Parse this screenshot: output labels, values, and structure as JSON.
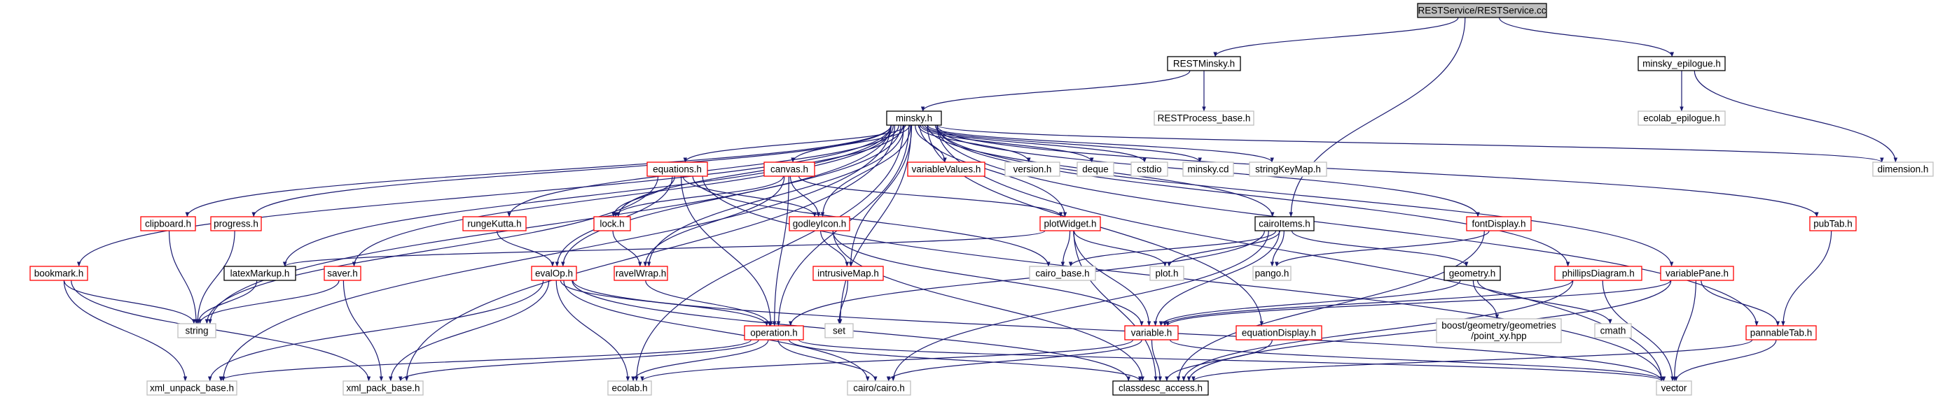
{
  "diagram": {
    "title": "RESTService/RESTService.cc",
    "colors": {
      "edge": "#191970",
      "node_fill": "#ffffff",
      "root_fill": "#bfbfbf",
      "border_normal": "#000000",
      "border_linked": "#ff0000",
      "border_external": "#bfbfbf"
    },
    "nodes": [
      {
        "id": "root",
        "label": "RESTService/RESTService.cc",
        "style": "root"
      },
      {
        "id": "RESTMinsky_h",
        "label": "RESTMinsky.h",
        "style": "normal"
      },
      {
        "id": "minsky_epilogue_h",
        "label": "minsky_epilogue.h",
        "style": "normal"
      },
      {
        "id": "minsky_h",
        "label": "minsky.h",
        "style": "normal"
      },
      {
        "id": "RESTProcess_base_h",
        "label": "RESTProcess_base.h",
        "style": "external"
      },
      {
        "id": "ecolab_epilogue_h",
        "label": "ecolab_epilogue.h",
        "style": "external"
      },
      {
        "id": "dimension_h",
        "label": "dimension.h",
        "style": "external"
      },
      {
        "id": "equations_h",
        "label": "equations.h",
        "style": "linked"
      },
      {
        "id": "canvas_h",
        "label": "canvas.h",
        "style": "linked"
      },
      {
        "id": "variableValues_h",
        "label": "variableValues.h",
        "style": "linked"
      },
      {
        "id": "version_h",
        "label": "version.h",
        "style": "external"
      },
      {
        "id": "deque",
        "label": "deque",
        "style": "external"
      },
      {
        "id": "cstdio",
        "label": "cstdio",
        "style": "external"
      },
      {
        "id": "minsky_cd",
        "label": "minsky.cd",
        "style": "external"
      },
      {
        "id": "stringKeyMap_h",
        "label": "stringKeyMap.h",
        "style": "external"
      },
      {
        "id": "clipboard_h",
        "label": "clipboard.h",
        "style": "linked"
      },
      {
        "id": "progress_h",
        "label": "progress.h",
        "style": "linked"
      },
      {
        "id": "rungeKutta_h",
        "label": "rungeKutta.h",
        "style": "linked"
      },
      {
        "id": "lock_h",
        "label": "lock.h",
        "style": "linked"
      },
      {
        "id": "godleyIcon_h",
        "label": "godleyIcon.h",
        "style": "linked"
      },
      {
        "id": "plotWidget_h",
        "label": "plotWidget.h",
        "style": "linked"
      },
      {
        "id": "cairoItems_h",
        "label": "cairoItems.h",
        "style": "normal"
      },
      {
        "id": "fontDisplay_h",
        "label": "fontDisplay.h",
        "style": "linked"
      },
      {
        "id": "pubTab_h",
        "label": "pubTab.h",
        "style": "linked"
      },
      {
        "id": "bookmark_h",
        "label": "bookmark.h",
        "style": "linked"
      },
      {
        "id": "latexMarkup_h",
        "label": "latexMarkup.h",
        "style": "normal"
      },
      {
        "id": "saver_h",
        "label": "saver.h",
        "style": "linked"
      },
      {
        "id": "evalOp_h",
        "label": "evalOp.h",
        "style": "linked"
      },
      {
        "id": "ravelWrap_h",
        "label": "ravelWrap.h",
        "style": "linked"
      },
      {
        "id": "intrusiveMap_h",
        "label": "intrusiveMap.h",
        "style": "linked"
      },
      {
        "id": "cairo_base_h",
        "label": "cairo_base.h",
        "style": "external"
      },
      {
        "id": "plot_h",
        "label": "plot.h",
        "style": "external"
      },
      {
        "id": "pango_h",
        "label": "pango.h",
        "style": "external"
      },
      {
        "id": "geometry_h",
        "label": "geometry.h",
        "style": "normal"
      },
      {
        "id": "phillipsDiagram_h",
        "label": "phillipsDiagram.h",
        "style": "linked"
      },
      {
        "id": "variablePane_h",
        "label": "variablePane.h",
        "style": "linked"
      },
      {
        "id": "string",
        "label": "string",
        "style": "external"
      },
      {
        "id": "operation_h",
        "label": "operation.h",
        "style": "linked"
      },
      {
        "id": "set",
        "label": "set",
        "style": "external"
      },
      {
        "id": "variable_h",
        "label": "variable.h",
        "style": "linked"
      },
      {
        "id": "equationDisplay_h",
        "label": "equationDisplay.h",
        "style": "linked"
      },
      {
        "id": "boost_point_xy",
        "label": "boost/geometry/geometries\n/point_xy.hpp",
        "style": "external"
      },
      {
        "id": "cmath",
        "label": "cmath",
        "style": "external"
      },
      {
        "id": "pannableTab_h",
        "label": "pannableTab.h",
        "style": "linked"
      },
      {
        "id": "xml_unpack_base_h",
        "label": "xml_unpack_base.h",
        "style": "external"
      },
      {
        "id": "xml_pack_base_h",
        "label": "xml_pack_base.h",
        "style": "external"
      },
      {
        "id": "ecolab_h",
        "label": "ecolab.h",
        "style": "external"
      },
      {
        "id": "cairo_cairo_h",
        "label": "cairo/cairo.h",
        "style": "external"
      },
      {
        "id": "classdesc_access_h",
        "label": "classdesc_access.h",
        "style": "normal"
      },
      {
        "id": "vector",
        "label": "vector",
        "style": "external"
      }
    ],
    "edges": [
      [
        "root",
        "RESTMinsky_h"
      ],
      [
        "root",
        "minsky_epilogue_h"
      ],
      [
        "root",
        "cairoItems_h"
      ],
      [
        "RESTMinsky_h",
        "minsky_h"
      ],
      [
        "RESTMinsky_h",
        "RESTProcess_base_h"
      ],
      [
        "minsky_epilogue_h",
        "ecolab_epilogue_h"
      ],
      [
        "minsky_epilogue_h",
        "dimension_h"
      ],
      [
        "minsky_h",
        "equations_h"
      ],
      [
        "minsky_h",
        "canvas_h"
      ],
      [
        "minsky_h",
        "variableValues_h"
      ],
      [
        "minsky_h",
        "version_h"
      ],
      [
        "minsky_h",
        "deque"
      ],
      [
        "minsky_h",
        "cstdio"
      ],
      [
        "minsky_h",
        "minsky_cd"
      ],
      [
        "minsky_h",
        "stringKeyMap_h"
      ],
      [
        "minsky_h",
        "dimension_h"
      ],
      [
        "minsky_h",
        "clipboard_h"
      ],
      [
        "minsky_h",
        "progress_h"
      ],
      [
        "minsky_h",
        "rungeKutta_h"
      ],
      [
        "minsky_h",
        "lock_h"
      ],
      [
        "minsky_h",
        "godleyIcon_h"
      ],
      [
        "minsky_h",
        "plotWidget_h"
      ],
      [
        "minsky_h",
        "cairoItems_h"
      ],
      [
        "minsky_h",
        "fontDisplay_h"
      ],
      [
        "minsky_h",
        "pubTab_h"
      ],
      [
        "minsky_h",
        "bookmark_h"
      ],
      [
        "minsky_h",
        "latexMarkup_h"
      ],
      [
        "minsky_h",
        "saver_h"
      ],
      [
        "minsky_h",
        "evalOp_h"
      ],
      [
        "minsky_h",
        "ravelWrap_h"
      ],
      [
        "minsky_h",
        "intrusiveMap_h"
      ],
      [
        "minsky_h",
        "phillipsDiagram_h"
      ],
      [
        "minsky_h",
        "variablePane_h"
      ],
      [
        "minsky_h",
        "string"
      ],
      [
        "minsky_h",
        "operation_h"
      ],
      [
        "minsky_h",
        "set"
      ],
      [
        "minsky_h",
        "equationDisplay_h"
      ],
      [
        "minsky_h",
        "pannableTab_h"
      ],
      [
        "minsky_h",
        "xml_unpack_base_h"
      ],
      [
        "minsky_h",
        "xml_pack_base_h"
      ],
      [
        "minsky_h",
        "ecolab_h"
      ],
      [
        "minsky_h",
        "vector"
      ],
      [
        "equations_h",
        "lock_h"
      ],
      [
        "equations_h",
        "godleyIcon_h"
      ],
      [
        "equations_h",
        "evalOp_h"
      ],
      [
        "equations_h",
        "operation_h"
      ],
      [
        "equations_h",
        "string"
      ],
      [
        "equations_h",
        "cairo_base_h"
      ],
      [
        "equations_h",
        "vector"
      ],
      [
        "canvas_h",
        "lock_h"
      ],
      [
        "canvas_h",
        "godleyIcon_h"
      ],
      [
        "canvas_h",
        "plotWidget_h"
      ],
      [
        "canvas_h",
        "ravelWrap_h"
      ],
      [
        "canvas_h",
        "operation_h"
      ],
      [
        "clipboard_h",
        "string"
      ],
      [
        "progress_h",
        "string"
      ],
      [
        "rungeKutta_h",
        "evalOp_h"
      ],
      [
        "lock_h",
        "ravelWrap_h"
      ],
      [
        "godleyIcon_h",
        "intrusiveMap_h"
      ],
      [
        "godleyIcon_h",
        "variable_h"
      ],
      [
        "godleyIcon_h",
        "classdesc_access_h"
      ],
      [
        "plotWidget_h",
        "latexMarkup_h"
      ],
      [
        "plotWidget_h",
        "cairo_base_h"
      ],
      [
        "plotWidget_h",
        "plot_h"
      ],
      [
        "plotWidget_h",
        "variable_h"
      ],
      [
        "plotWidget_h",
        "classdesc_access_h"
      ],
      [
        "cairoItems_h",
        "cairo_base_h"
      ],
      [
        "cairoItems_h",
        "plot_h"
      ],
      [
        "cairoItems_h",
        "pango_h"
      ],
      [
        "cairoItems_h",
        "geometry_h"
      ],
      [
        "cairoItems_h",
        "variable_h"
      ],
      [
        "cairoItems_h",
        "operation_h"
      ],
      [
        "cairoItems_h",
        "cairo_cairo_h"
      ],
      [
        "fontDisplay_h",
        "pango_h"
      ],
      [
        "fontDisplay_h",
        "classdesc_access_h"
      ],
      [
        "pubTab_h",
        "pannableTab_h"
      ],
      [
        "bookmark_h",
        "string"
      ],
      [
        "bookmark_h",
        "xml_unpack_base_h"
      ],
      [
        "bookmark_h",
        "xml_pack_base_h"
      ],
      [
        "latexMarkup_h",
        "string"
      ],
      [
        "saver_h",
        "string"
      ],
      [
        "saver_h",
        "xml_pack_base_h"
      ],
      [
        "evalOp_h",
        "operation_h"
      ],
      [
        "evalOp_h",
        "ecolab_h"
      ],
      [
        "evalOp_h",
        "xml_unpack_base_h"
      ],
      [
        "evalOp_h",
        "xml_pack_base_h"
      ],
      [
        "evalOp_h",
        "cairo_cairo_h"
      ],
      [
        "evalOp_h",
        "classdesc_access_h"
      ],
      [
        "evalOp_h",
        "vector"
      ],
      [
        "ravelWrap_h",
        "operation_h"
      ],
      [
        "intrusiveMap_h",
        "set"
      ],
      [
        "geometry_h",
        "boost_point_xy"
      ],
      [
        "geometry_h",
        "cmath"
      ],
      [
        "geometry_h",
        "variable_h"
      ],
      [
        "phillipsDiagram_h",
        "variable_h"
      ],
      [
        "phillipsDiagram_h",
        "classdesc_access_h"
      ],
      [
        "phillipsDiagram_h",
        "vector"
      ],
      [
        "variablePane_h",
        "variable_h"
      ],
      [
        "variablePane_h",
        "pannableTab_h"
      ],
      [
        "variablePane_h",
        "classdesc_access_h"
      ],
      [
        "variablePane_h",
        "vector"
      ],
      [
        "operation_h",
        "ecolab_h"
      ],
      [
        "operation_h",
        "xml_unpack_base_h"
      ],
      [
        "operation_h",
        "xml_pack_base_h"
      ],
      [
        "operation_h",
        "cairo_cairo_h"
      ],
      [
        "operation_h",
        "classdesc_access_h"
      ],
      [
        "operation_h",
        "vector"
      ],
      [
        "variable_h",
        "ecolab_h"
      ],
      [
        "variable_h",
        "cairo_cairo_h"
      ],
      [
        "variable_h",
        "classdesc_access_h"
      ],
      [
        "variable_h",
        "vector"
      ],
      [
        "equationDisplay_h",
        "classdesc_access_h"
      ],
      [
        "pannableTab_h",
        "classdesc_access_h"
      ],
      [
        "pannableTab_h",
        "vector"
      ]
    ]
  }
}
